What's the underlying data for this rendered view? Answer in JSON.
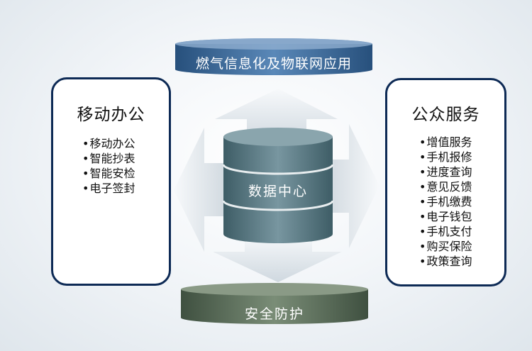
{
  "top_platform": {
    "label": "燃气信息化及物联网应用",
    "color": "#3c6a9c"
  },
  "bottom_platform": {
    "label": "安全防护",
    "color": "#5a6d58"
  },
  "center": {
    "label": "数据中心",
    "color": "#5d7b82"
  },
  "left_box": {
    "title": "移动办公",
    "items": [
      "移动办公",
      "智能抄表",
      "智能安检",
      "电子签封"
    ]
  },
  "right_box": {
    "title": "公众服务",
    "items": [
      "增值服务",
      "手机报修",
      "进度查询",
      "意见反馈",
      "手机缴费",
      "电子钱包",
      "手机支付",
      "购买保险",
      "政策查询"
    ]
  },
  "colors": {
    "box_border": "#0d2a55",
    "arrow": "#e6ebef"
  }
}
